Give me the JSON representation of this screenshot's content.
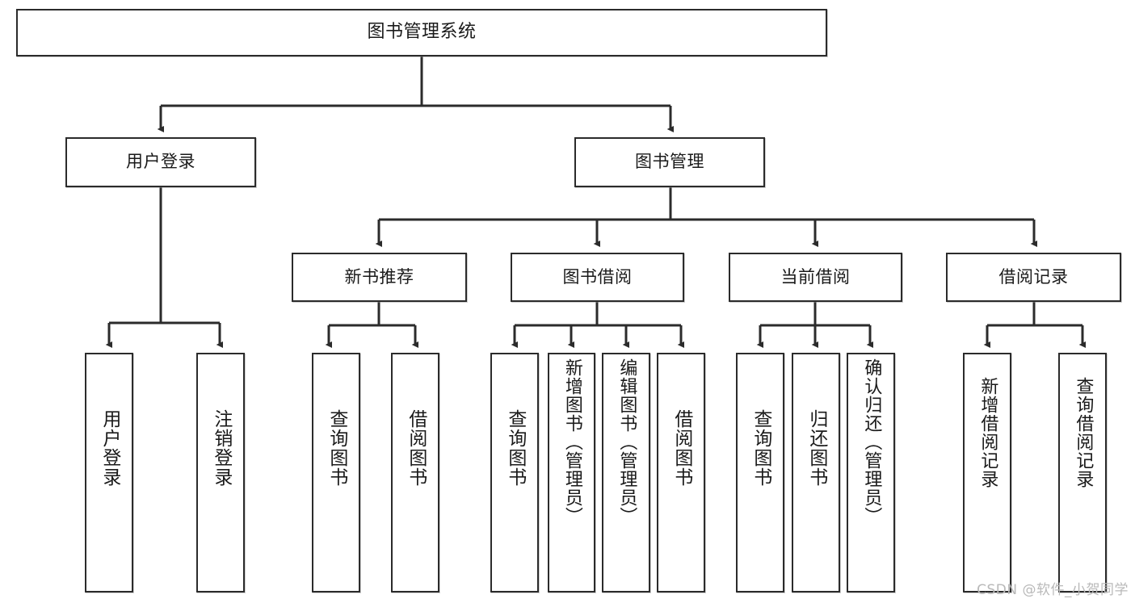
{
  "diagram": {
    "title": "图书管理系统",
    "watermark": "CSDN @软件_小贺同学",
    "line_color": "#2b2b2b",
    "box_fill": "#ffffff",
    "text_color": "#1a1a1a",
    "watermark_color": "#b9b9b9",
    "nodes": {
      "root": {
        "label": "图书管理系统"
      },
      "level2": [
        {
          "key": "user_login",
          "label": "用户登录"
        },
        {
          "key": "book_manage",
          "label": "图书管理"
        }
      ],
      "level3": [
        {
          "key": "new_book_rec",
          "label": "新书推荐"
        },
        {
          "key": "book_borrow",
          "label": "图书借阅"
        },
        {
          "key": "current_borrow",
          "label": "当前借阅"
        },
        {
          "key": "borrow_record",
          "label": "借阅记录"
        }
      ],
      "leaves": [
        {
          "key": "leaf_user_login",
          "label": "用户登录",
          "parent": "user_login"
        },
        {
          "key": "leaf_logout",
          "label": "注销登录",
          "parent": "user_login"
        },
        {
          "key": "leaf_query_book_1",
          "label": "查询图书",
          "parent": "new_book_rec"
        },
        {
          "key": "leaf_borrow_book_1",
          "label": "借阅图书",
          "parent": "new_book_rec"
        },
        {
          "key": "leaf_query_book_2",
          "label": "查询图书",
          "parent": "book_borrow"
        },
        {
          "key": "leaf_add_book",
          "label": "新增图书（管理员）",
          "parent": "book_borrow"
        },
        {
          "key": "leaf_edit_book",
          "label": "编辑图书（管理员）",
          "parent": "book_borrow"
        },
        {
          "key": "leaf_borrow_book_2",
          "label": "借阅图书",
          "parent": "book_borrow"
        },
        {
          "key": "leaf_query_book_3",
          "label": "查询图书",
          "parent": "current_borrow"
        },
        {
          "key": "leaf_return_book",
          "label": "归还图书",
          "parent": "current_borrow"
        },
        {
          "key": "leaf_confirm_return",
          "label": "确认归还（管理员）",
          "parent": "current_borrow"
        },
        {
          "key": "leaf_add_record",
          "label": "新增借阅记录",
          "parent": "borrow_record"
        },
        {
          "key": "leaf_query_record",
          "label": "查询借阅记录",
          "parent": "borrow_record"
        }
      ]
    }
  }
}
